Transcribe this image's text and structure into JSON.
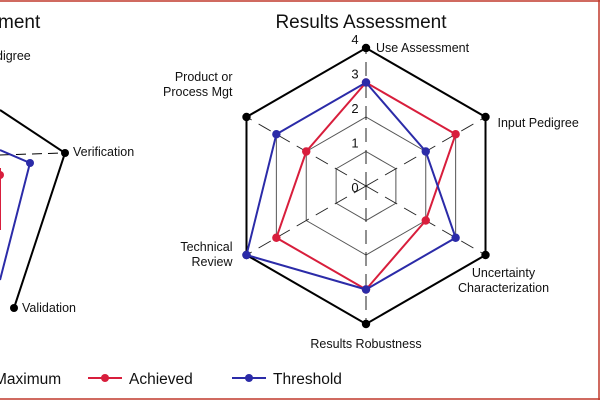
{
  "colors": {
    "achieved": "#d81e3c",
    "threshold": "#2b2ba8",
    "maximum": "#000000",
    "frame": "#c0392b",
    "grid": "#555555"
  },
  "left_panel": {
    "title_fragment": "ment",
    "labels": {
      "pedigree": "digree",
      "verification": "Verification",
      "validation": "Validation"
    }
  },
  "chart_data": {
    "type": "radar",
    "title": "Results Assessment",
    "axes": [
      "Use Assessment",
      "Input Pedigree",
      "Uncertainty Characterization",
      "Results Robustness",
      "Technical Review",
      "Product or Process Mgt"
    ],
    "axis_label_lines": [
      [
        "Use Assessment"
      ],
      [
        "Input Pedigree"
      ],
      [
        "Uncertainty",
        "Characterization"
      ],
      [
        "Results Robustness"
      ],
      [
        "Technical",
        "Review"
      ],
      [
        "Product or",
        "Process Mgt"
      ]
    ],
    "rlim": [
      0,
      4
    ],
    "ticks": [
      "0",
      "1",
      "2",
      "3",
      "4"
    ],
    "series": [
      {
        "name": "Maximum",
        "values": [
          4,
          4,
          4,
          4,
          4,
          4
        ]
      },
      {
        "name": "Achieved",
        "values": [
          3,
          3,
          2,
          3,
          3,
          2
        ]
      },
      {
        "name": "Threshold",
        "values": [
          3,
          2,
          3,
          3,
          4,
          3
        ]
      }
    ]
  },
  "legend": {
    "maximum": "Maximum",
    "achieved": "Achieved",
    "threshold": "Threshold"
  }
}
